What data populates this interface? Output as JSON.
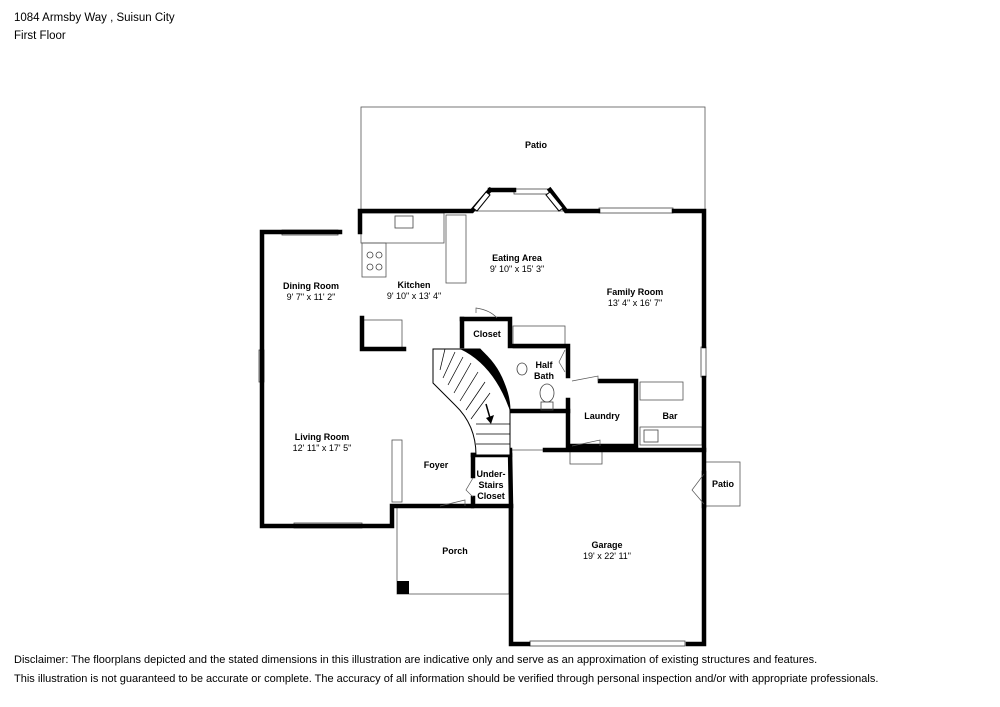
{
  "header": {
    "address": "1084 Armsby Way , Suisun City",
    "floor": "First Floor"
  },
  "rooms": [
    {
      "id": "patio-back",
      "name": "Patio",
      "dims": ""
    },
    {
      "id": "eating-area",
      "name": "Eating Area",
      "dims": "9' 10\" x 15' 3\""
    },
    {
      "id": "kitchen",
      "name": "Kitchen",
      "dims": "9' 10\" x 13' 4\""
    },
    {
      "id": "dining-room",
      "name": "Dining Room",
      "dims": "9' 7\" x 11' 2\""
    },
    {
      "id": "family-room",
      "name": "Family Room",
      "dims": "13' 4\" x 16' 7\""
    },
    {
      "id": "closet",
      "name": "Closet",
      "dims": ""
    },
    {
      "id": "half-bath",
      "name": "Half",
      "name2": "Bath",
      "dims": ""
    },
    {
      "id": "laundry",
      "name": "Laundry",
      "dims": ""
    },
    {
      "id": "bar",
      "name": "Bar",
      "dims": ""
    },
    {
      "id": "living-room",
      "name": "Living Room",
      "dims": "12' 11\" x 17' 5\""
    },
    {
      "id": "foyer",
      "name": "Foyer",
      "dims": ""
    },
    {
      "id": "under-stairs-closet",
      "name": "Under-",
      "name2": "Stairs",
      "name3": "Closet",
      "dims": ""
    },
    {
      "id": "patio-side",
      "name": "Patio",
      "dims": ""
    },
    {
      "id": "porch",
      "name": "Porch",
      "dims": ""
    },
    {
      "id": "garage",
      "name": "Garage",
      "dims": "19' x 22' 11\""
    }
  ],
  "disclaimer": {
    "line1": "Disclaimer: The floorplans depicted and the stated dimensions in this illustration are indicative only and serve as an approximation of existing structures and features.",
    "line2": "This illustration is not guaranteed to be accurate or complete. The accuracy of all information should be verified through personal inspection and/or with appropriate professionals."
  }
}
